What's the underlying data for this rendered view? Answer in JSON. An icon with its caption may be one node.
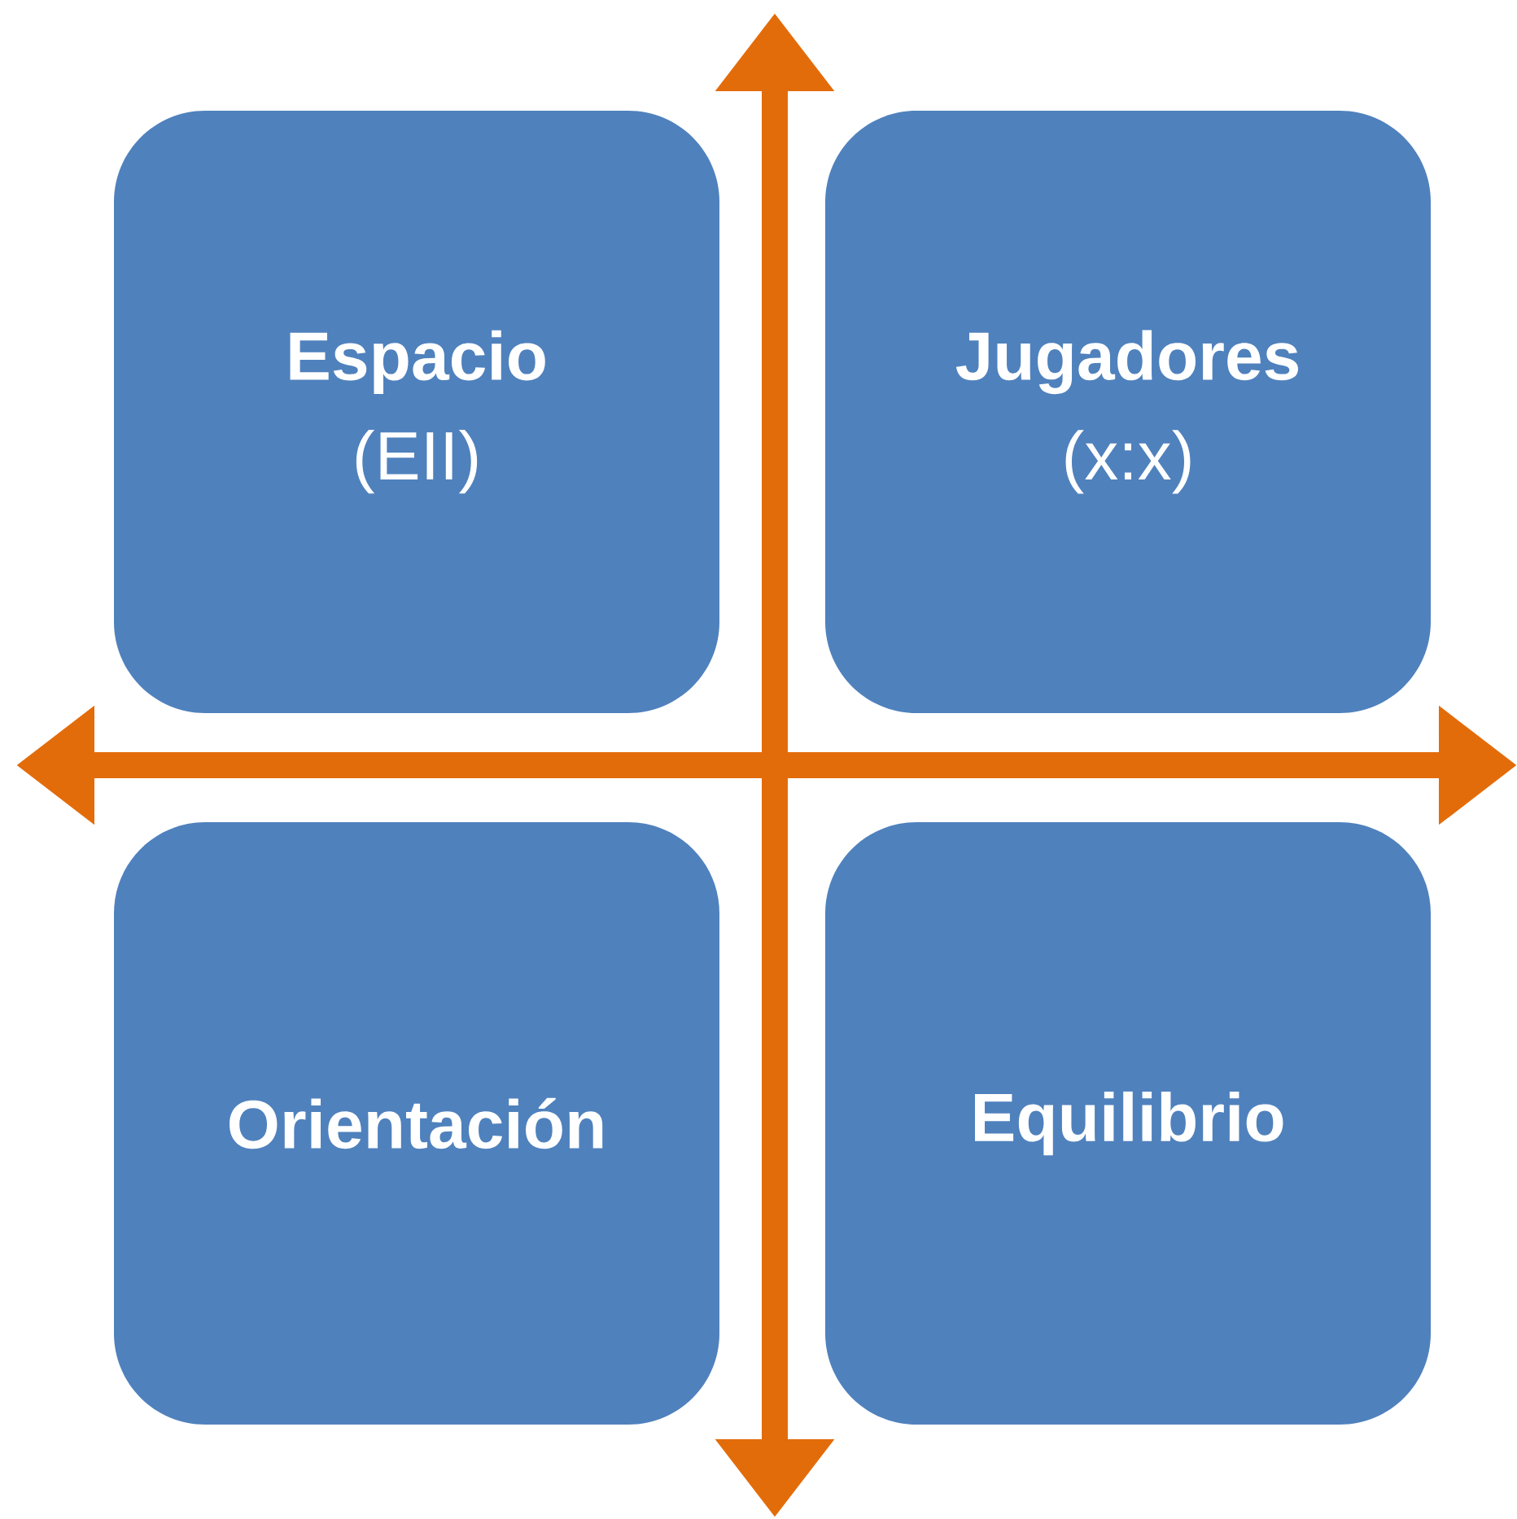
{
  "diagram": {
    "nodes": [
      {
        "text": [
          "Espacio",
          "(EII)"
        ]
      },
      {
        "text": [
          "Jugadores",
          "(x:x)"
        ]
      },
      {
        "text": [
          "Orientación"
        ]
      },
      {
        "text": [
          "Equilibrio"
        ]
      }
    ]
  }
}
